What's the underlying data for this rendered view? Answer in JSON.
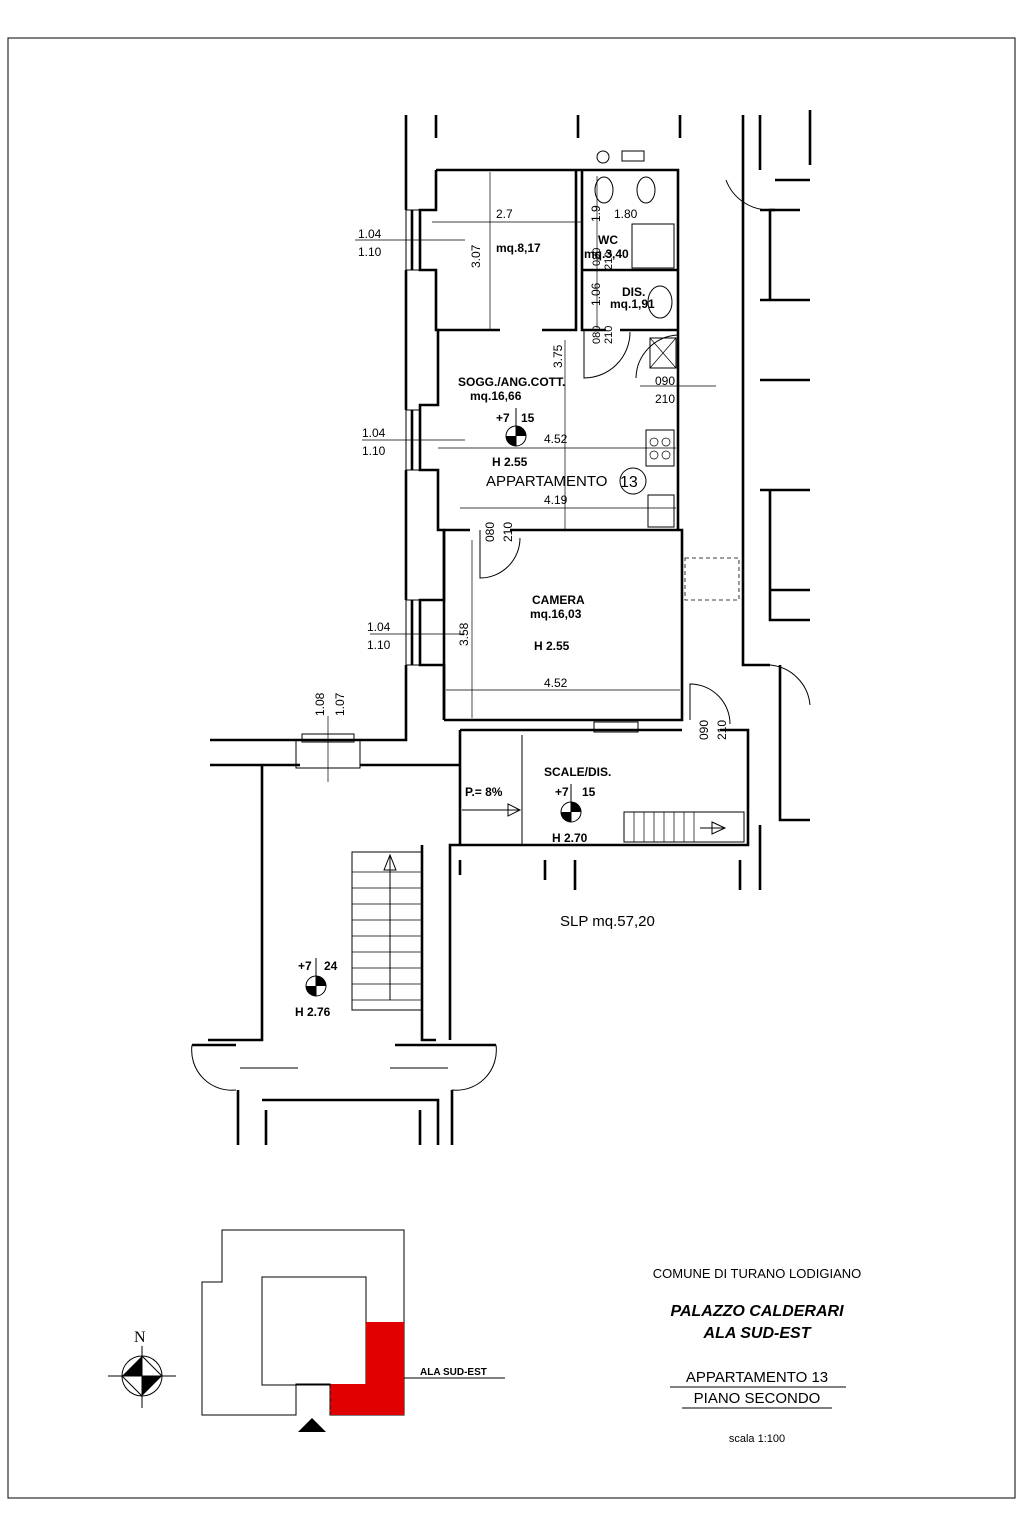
{
  "rooms": {
    "room1": {
      "area": "mq.8,17",
      "dim_w": "2.7",
      "dim_h": "3.07"
    },
    "wc": {
      "name": "WC",
      "area": "mq.3,40"
    },
    "dis": {
      "name": "DIS.",
      "area": "mq.1,91"
    },
    "soggiorno": {
      "name": "SOGG./ANG.COTT.",
      "area": "mq.16,66",
      "level": "+7",
      "level_dec": "15",
      "height": "H 2.55",
      "dim_w1": "4.52",
      "dim_w2": "4.19",
      "dim_h": "3.75"
    },
    "camera": {
      "name": "CAMERA",
      "area": "mq.16,03",
      "height": "H 2.55",
      "dim_w": "4.52",
      "dim_h": "3.58"
    },
    "scale_dis": {
      "name": "SCALE/DIS.",
      "level": "+7",
      "level_dec": "15",
      "height": "H 2.70",
      "slope": "P.= 8%"
    },
    "landing": {
      "level": "+7",
      "level_dec": "24",
      "height": "H 2.76"
    }
  },
  "apartment_label": "APPARTAMENTO",
  "apartment_number": "13",
  "windows": [
    {
      "top": "1.04",
      "bottom": "1.10"
    },
    {
      "top": "1.04",
      "bottom": "1.10"
    },
    {
      "top": "1.04",
      "bottom": "1.10"
    }
  ],
  "window_stair": {
    "a": "1.08",
    "b": "1.07"
  },
  "bath_dims": {
    "wc_w": "1.80",
    "wc_h": "1.9",
    "dis_h": "1.06",
    "door_wc_a": "080",
    "door_wc_b": "210",
    "door_dis_a": "080",
    "door_dis_b": "210"
  },
  "doors": {
    "entry": {
      "a": "090",
      "b": "210"
    },
    "camera": {
      "a": "080",
      "b": "210"
    },
    "stair": {
      "a": "090",
      "b": "210"
    }
  },
  "slp": "SLP  mq.57,20",
  "key_plan": {
    "north": "N",
    "wing_label": "ALA SUD-EST",
    "highlight_color": "#e00000"
  },
  "title_block": {
    "comune": "COMUNE DI TURANO LODIGIANO",
    "building": "PALAZZO CALDERARI",
    "wing": "ALA SUD-EST",
    "apartment": "APPARTAMENTO 13",
    "floor": "PIANO SECONDO",
    "scale": "scala 1:100"
  }
}
